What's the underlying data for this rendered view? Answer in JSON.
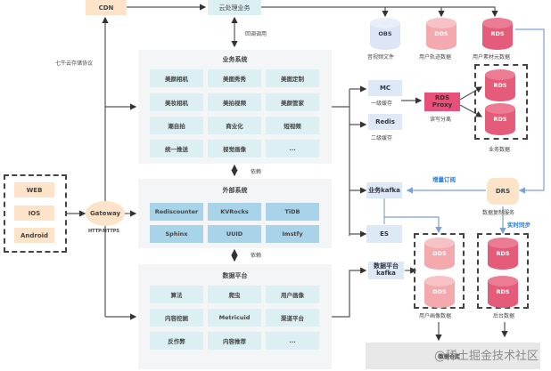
{
  "top": {
    "cdn": "CDN",
    "cloud_processing": "云处理业务",
    "qiniu_protocol": "七牛云存储协议",
    "callback": "回调调用"
  },
  "storage_top": [
    {
      "name": "OBS",
      "caption": "音视频文件",
      "color": "#dce6f6"
    },
    {
      "name": "DDS",
      "caption": "用户轨迹数据",
      "color": "#f3a9ae"
    },
    {
      "name": "RDS",
      "caption": "用户素材元数据",
      "color": "#e55b7a"
    }
  ],
  "clients": {
    "items": [
      "WEB",
      "IOS",
      "Android"
    ],
    "gateway": "Gateway",
    "protocol": "HTTP/HTTPS"
  },
  "business_system": {
    "title": "业务系统",
    "items": [
      "美颜相机",
      "美图秀秀",
      "美图定制",
      "美妆相机",
      "美拍视频",
      "美颜管家",
      "潮自拍",
      "商业化",
      "短视频",
      "统一推送",
      "视觉画像",
      "..."
    ]
  },
  "depends_label": "依赖",
  "external_system": {
    "title": "外部系统",
    "items": [
      "Rediscounter",
      "KVRocks",
      "TiDB",
      "Sphinx",
      "UUID",
      "Imstfy"
    ]
  },
  "data_platform": {
    "title": "数据平台",
    "items": [
      "算法",
      "爬虫",
      "用户画像",
      "内容挖掘",
      "Metricuid",
      "渠道平台",
      "反作弊",
      "内容推荐",
      "..."
    ]
  },
  "cache": {
    "mc": "MC",
    "mc_caption": "一级缓存",
    "redis": "Redis",
    "redis_caption": "二级缓存"
  },
  "rds_proxy": {
    "label": "RDS Proxy",
    "caption": "读写分离"
  },
  "business_data": {
    "caption": "业务数据",
    "nodes": [
      "RDS",
      "RDS"
    ]
  },
  "mq": {
    "business_kafka": "业务kafka",
    "es": "ES",
    "data_kafka": "数据平台 kafka"
  },
  "drs": {
    "label": "DRS",
    "caption": "数据复制服务",
    "incremental_sub": "增量订阅",
    "realtime_sync": "实时同步"
  },
  "user_profile_data": {
    "caption": "用户画像数据",
    "nodes": [
      "DDS",
      "DDS"
    ]
  },
  "backend_data": {
    "caption": "后台数据",
    "nodes": [
      "RDS",
      "RDS"
    ]
  },
  "bottom": {
    "label": "数据仓库"
  },
  "watermark": "@稀土掘金技术社区",
  "colors": {
    "peach": "#fde3c8",
    "cyan": "#dcf0f4",
    "light_blue": "#dde9f7",
    "sky": "#a8d3e8",
    "rds_pink": "#e55b7a",
    "dds_pink": "#f3a9ae",
    "proxy_pink": "#e8507a",
    "accent_blue": "#2b7bd6"
  }
}
